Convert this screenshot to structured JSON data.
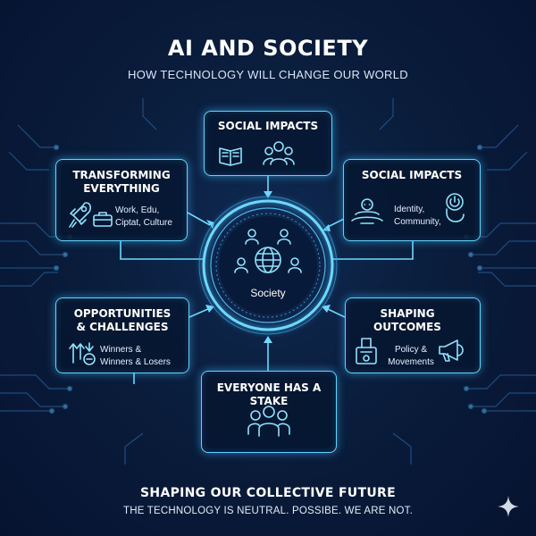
{
  "header": {
    "title": "AI AND SOCIETY",
    "subtitle": "HOW TECHNOLOGY WILL CHANGE OUR WORLD"
  },
  "hub": {
    "label": "Society"
  },
  "boxes": {
    "top": {
      "title": "SOCIAL IMPACTS"
    },
    "top_left": {
      "title_line1": "TRANSFORMING",
      "title_line2": "EVERYTHING",
      "text_line1": "Work, Edu,",
      "text_line2": "Ciptat, Culture"
    },
    "top_right": {
      "title": "SOCIAL IMPACTS",
      "text_line1": "Identity,",
      "text_line2": "Community,"
    },
    "bottom_left": {
      "title_line1": "OPPORTUNITIES",
      "title_line2": "& CHALLENGES",
      "text_line1": "Winners &",
      "text_line2": "Winners & Losers"
    },
    "bottom_right": {
      "title_line1": "SHAPING",
      "title_line2": "OUTCOMES",
      "text_line1": "Policy &",
      "text_line2": "Movements"
    },
    "bottom": {
      "title": "EVERYONE HAS A STAKE"
    }
  },
  "footer": {
    "title": "SHAPING OUR COLLECTIVE FUTURE",
    "subtitle": "THE TECHNOLOGY IS NEUTRAL. POSSIBE. WE ARE NOT."
  },
  "colors": {
    "accent": "#5fd4ff",
    "background": "#0a1d3c",
    "text": "#ffffff"
  },
  "icons": [
    "book-icon",
    "people-group-icon",
    "rocket-icon",
    "briefcase-icon",
    "meditating-person-icon",
    "power-hand-icon",
    "up-down-arrows-icon",
    "vote-box-icon",
    "megaphone-icon",
    "globe-icon",
    "society-people-icon",
    "team-icon",
    "sparkle-icon"
  ]
}
